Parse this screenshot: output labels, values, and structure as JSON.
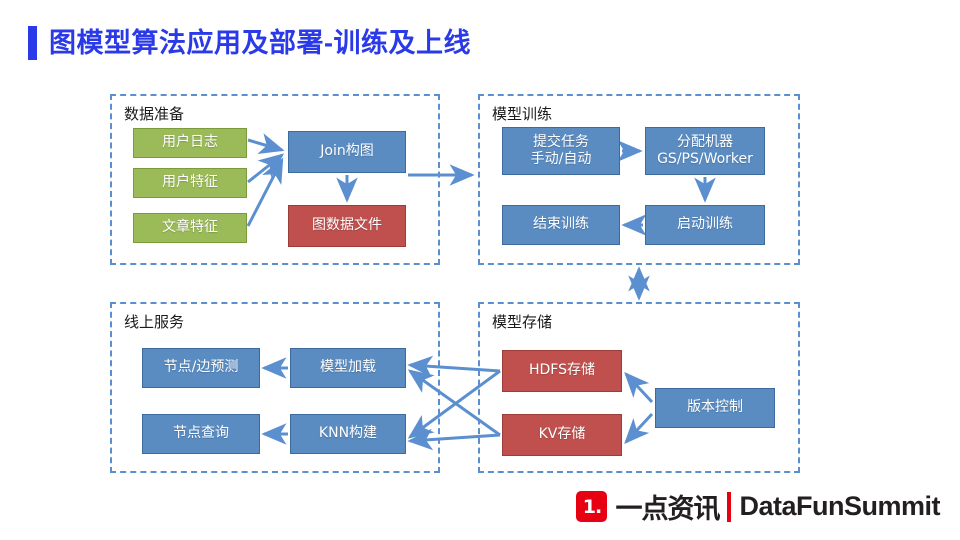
{
  "slide": {
    "title": "图模型算法应用及部署-训练及上线",
    "accent_color": "#2b3ae8"
  },
  "panels": {
    "data_prep": {
      "title": "数据准备"
    },
    "training": {
      "title": "模型训练"
    },
    "online": {
      "title": "线上服务"
    },
    "storage": {
      "title": "模型存储"
    }
  },
  "nodes": {
    "user_log": "用户日志",
    "user_feature": "用户特征",
    "article_feature": "文章特征",
    "join_graph": "Join构图",
    "graph_data_file": "图数据文件",
    "submit_task": "提交任务\n手动/自动",
    "allocate_machine": "分配机器\nGS/PS/Worker",
    "end_training": "结束训练",
    "start_training": "启动训练",
    "node_edge_predict": "节点/边预测",
    "model_load": "模型加载",
    "node_query": "节点查询",
    "knn_build": "KNN构建",
    "hdfs_storage": "HDFS存储",
    "kv_storage": "KV存储",
    "version_control": "版本控制"
  },
  "colors": {
    "green_fill": "#9bbb59",
    "blue_fill": "#5a8cc2",
    "red_fill": "#c0504d",
    "panel_border": "#5b8fd0",
    "arrow": "#5b8fd0",
    "brand_red": "#e60012"
  },
  "footer": {
    "logo_mark": "1.",
    "logo_cn": "一点资讯",
    "logo_en": "DataFunSummit"
  }
}
